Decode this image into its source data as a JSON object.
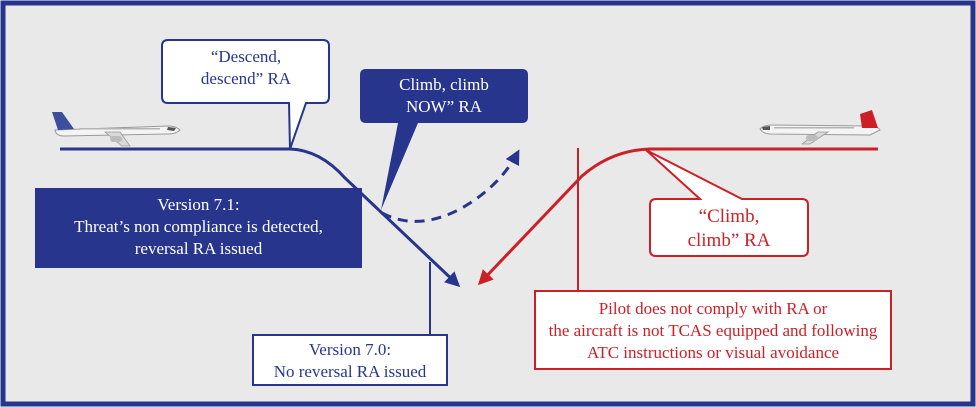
{
  "colors": {
    "background": "#e9e9e9",
    "frame": "#27368c",
    "blue": "#27368c",
    "red": "#cc2027"
  },
  "callouts": {
    "descend_ra": {
      "lines": [
        "“Descend,",
        "descend” RA"
      ]
    },
    "climb_now_ra": {
      "lines": [
        "Climb, climb",
        "NOW” RA"
      ]
    },
    "climb_ra": {
      "lines": [
        "“Climb,",
        "climb” RA"
      ]
    }
  },
  "boxes": {
    "version_71": {
      "lines": [
        "Version 7.1:",
        "Threat’s non compliance is detected,",
        "reversal RA issued"
      ]
    },
    "version_70": {
      "lines": [
        "Version 7.0:",
        "No reversal RA issued"
      ]
    },
    "pilot_note": {
      "lines": [
        "Pilot does not comply with RA or",
        "the aircraft is not TCAS equipped and following",
        "ATC instructions or visual avoidance"
      ]
    }
  },
  "aircraft": {
    "left": {
      "icon": "airliner-blue-tail-icon"
    },
    "right": {
      "icon": "airliner-red-tail-icon"
    }
  }
}
